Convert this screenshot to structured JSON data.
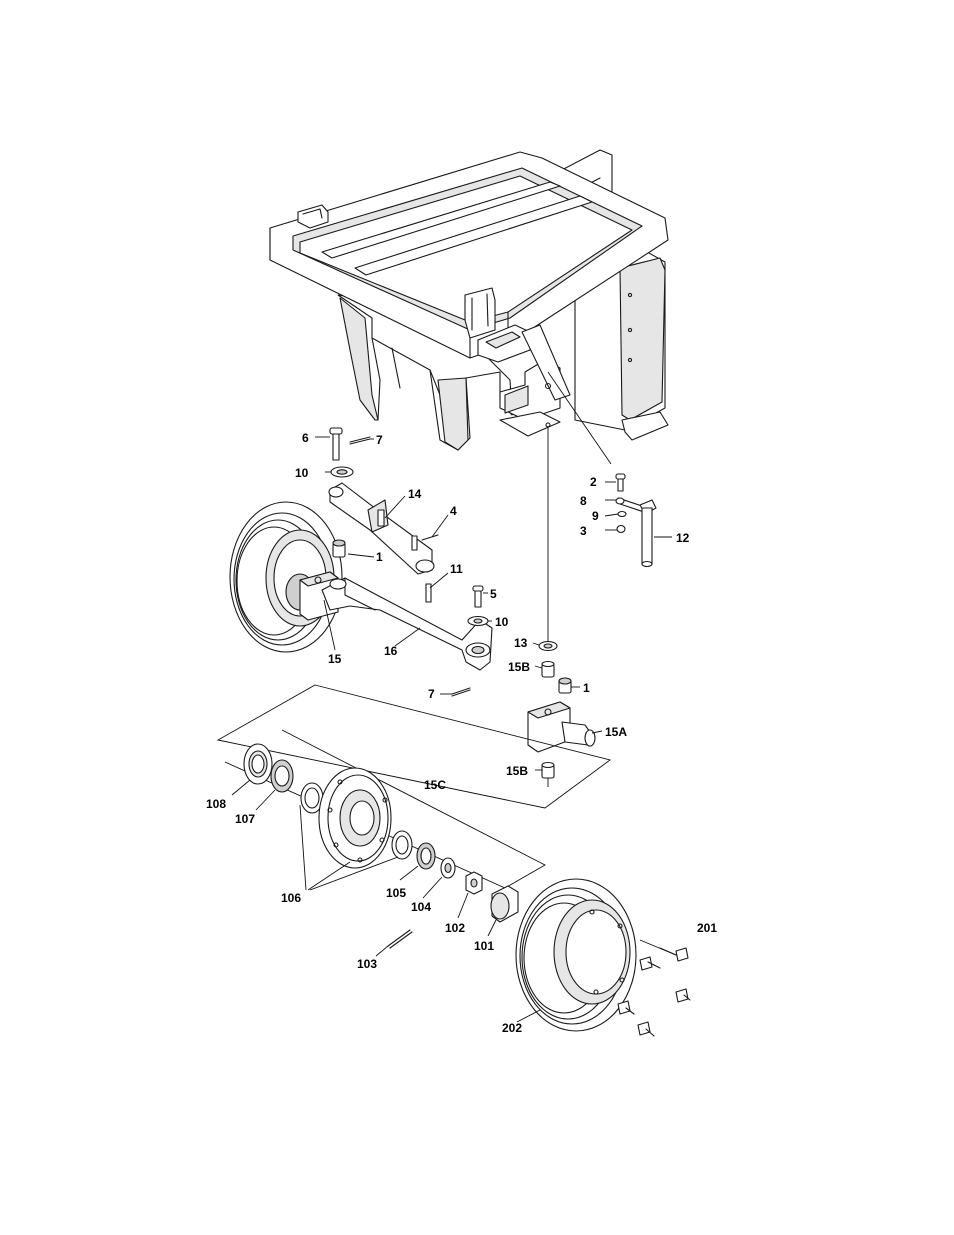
{
  "callouts": [
    {
      "id": "c6",
      "label": "6"
    },
    {
      "id": "c7a",
      "label": "7"
    },
    {
      "id": "c10a",
      "label": "10"
    },
    {
      "id": "c14",
      "label": "14"
    },
    {
      "id": "c4",
      "label": "4"
    },
    {
      "id": "c1a",
      "label": "1"
    },
    {
      "id": "c11",
      "label": "11"
    },
    {
      "id": "c5",
      "label": "5"
    },
    {
      "id": "c10b",
      "label": "10"
    },
    {
      "id": "c15",
      "label": "15"
    },
    {
      "id": "c16",
      "label": "16"
    },
    {
      "id": "c13",
      "label": "13"
    },
    {
      "id": "c15b1",
      "label": "15B"
    },
    {
      "id": "c1b",
      "label": "1"
    },
    {
      "id": "c7b",
      "label": "7"
    },
    {
      "id": "c15a",
      "label": "15A"
    },
    {
      "id": "c15b2",
      "label": "15B"
    },
    {
      "id": "c2",
      "label": "2"
    },
    {
      "id": "c8",
      "label": "8"
    },
    {
      "id": "c9",
      "label": "9"
    },
    {
      "id": "c3",
      "label": "3"
    },
    {
      "id": "c12",
      "label": "12"
    },
    {
      "id": "c15c",
      "label": "15C"
    },
    {
      "id": "c108",
      "label": "108"
    },
    {
      "id": "c107",
      "label": "107"
    },
    {
      "id": "c106",
      "label": "106"
    },
    {
      "id": "c105",
      "label": "105"
    },
    {
      "id": "c104",
      "label": "104"
    },
    {
      "id": "c102",
      "label": "102"
    },
    {
      "id": "c101",
      "label": "101"
    },
    {
      "id": "c103",
      "label": "103"
    },
    {
      "id": "c201",
      "label": "201"
    },
    {
      "id": "c202",
      "label": "202"
    }
  ]
}
